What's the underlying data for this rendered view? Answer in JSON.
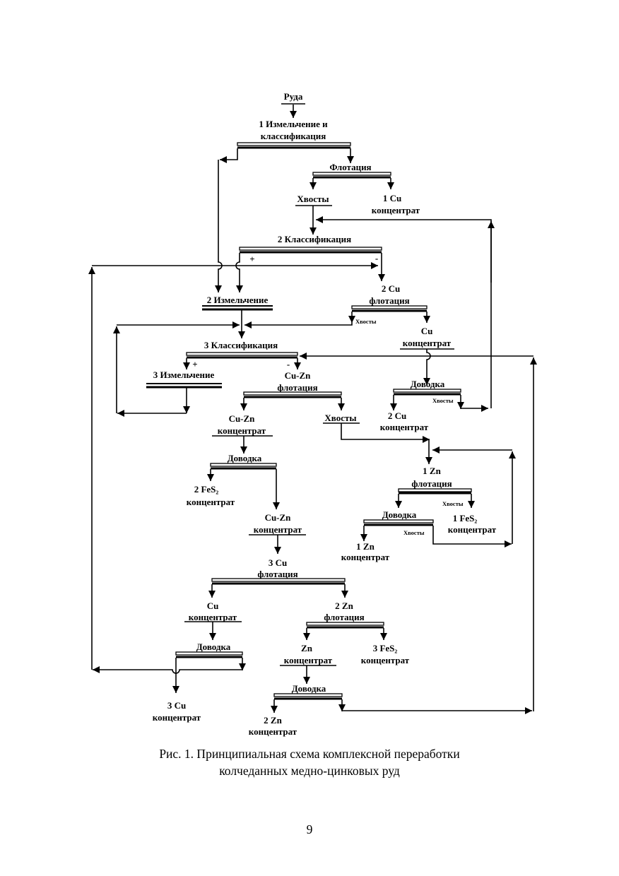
{
  "nodes": {
    "ore": "Руда",
    "grind1_a": "1 Измельчение и",
    "grind1_b": "классификация",
    "flot1": "Флотация",
    "tails1": "Хвосты",
    "cu1_a": "1 Cu",
    "cu1_b": "концентрат",
    "class2": "2 Классификация",
    "plus2": "+",
    "minus2": "-",
    "grind2": "2 Измельчение",
    "cuflot2_a": "2 Cu",
    "cuflot2_b": "флотация",
    "tails_cu2": "Хвосты",
    "cuconc_a": "Cu",
    "cuconc_b": "концентрат",
    "class3": "3 Классификация",
    "plus3": "+",
    "minus3": "-",
    "grind3": "3 Измельчение",
    "cuznflot_a": "Cu-Zn",
    "cuznflot_b": "флотация",
    "dovodka_cu2": "Доводка",
    "tails_dov_cu2": "Хвосты",
    "cu2conc_a": "2 Cu",
    "cu2conc_b": "концентрат",
    "cuznconc1_a": "Cu-Zn",
    "cuznconc1_b": "концентрат",
    "tails_cuzn": "Хвосты",
    "dovodka_cuzn": "Доводка",
    "fes2_2_a": "2 FeS₂",
    "fes2_2_b": "концентрат",
    "cuznconc2_a": "Cu-Zn",
    "cuznconc2_b": "концентрат",
    "znflot1_a": "1 Zn",
    "znflot1_b": "флотация",
    "tails_zn1": "Хвосты",
    "dovodka_zn1": "Доводка",
    "tails_dov_zn1": "Хвосты",
    "fes2_1_a": "1 FeS₂",
    "fes2_1_b": "концентрат",
    "zn1conc_a": "1 Zn",
    "zn1conc_b": "концентрат",
    "cuflot3_a": "3 Cu",
    "cuflot3_b": "флотация",
    "cuconc3_a": "Cu",
    "cuconc3_b": "концентрат",
    "znflot2_a": "2 Zn",
    "znflot2_b": "флотация",
    "dovodka_cu3": "Доводка",
    "znconc_a": "Zn",
    "znconc_b": "концентрат",
    "fes2_3_a": "3 FeS₂",
    "fes2_3_b": "концентрат",
    "dovodka_zn2": "Доводка",
    "cu3conc_a": "3 Cu",
    "cu3conc_b": "концентрат",
    "zn2conc_a": "2 Zn",
    "zn2conc_b": "концентрат"
  },
  "caption": {
    "line1": "Рис. 1. Принципиальная схема комплексной переработки",
    "line2": "колчеданных медно-цинковых руд"
  },
  "page_number": "9"
}
